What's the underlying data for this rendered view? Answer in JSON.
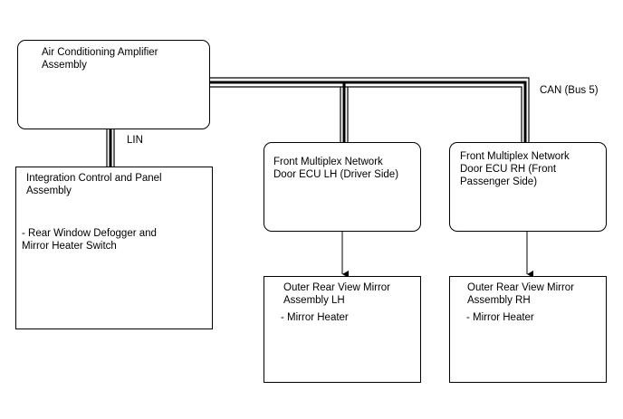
{
  "boxes": {
    "ac_amp": {
      "title": "Air Conditioning Amplifier\nAssembly"
    },
    "integration": {
      "title": "Integration Control and Panel\nAssembly",
      "detail": "- Rear Window Defogger and\nMirror Heater Switch"
    },
    "ecu_lh": {
      "title": "Front Multiplex Network\nDoor ECU LH (Driver Side)"
    },
    "ecu_rh": {
      "title": "Front Multiplex Network\nDoor ECU RH (Front\nPassenger Side)"
    },
    "mirror_lh": {
      "title": "Outer Rear View Mirror\nAssembly LH",
      "detail": "- Mirror Heater"
    },
    "mirror_rh": {
      "title": "Outer Rear View Mirror\nAssembly RH",
      "detail": "- Mirror Heater"
    }
  },
  "buses": {
    "lin_label": "LIN",
    "can_label": "CAN (Bus 5)"
  }
}
